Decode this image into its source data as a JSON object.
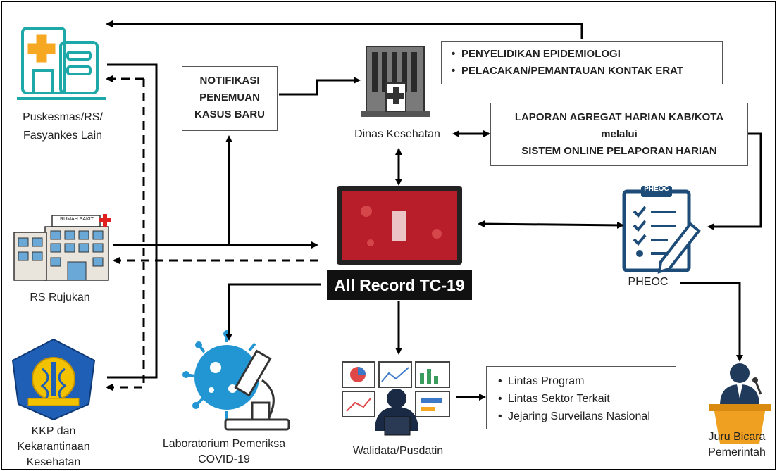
{
  "nodes": {
    "puskesmas": {
      "line1": "Puskesmas/RS/",
      "line2": "Fasyankes Lain"
    },
    "rs_rujukan": {
      "label": "RS Rujukan",
      "sign": "RUMAH SAKIT"
    },
    "kkp": {
      "line1": "KKP dan",
      "line2": "Kekarantinaan",
      "line3": "Kesehatan"
    },
    "laboratorium": {
      "line1": "Laboratorium Pemeriksa",
      "line2": "COVID-19"
    },
    "walidata": {
      "label": "Walidata/Pusdatin"
    },
    "dinas": {
      "label": "Dinas Kesehatan"
    },
    "pheoc": {
      "label": "PHEOC",
      "sign": "PHEOC"
    },
    "juru_bicara": {
      "line1": "Juru Bicara",
      "line2": "Pemerintah"
    },
    "all_record": {
      "label": "All Record TC-19"
    }
  },
  "boxes": {
    "notifikasi": {
      "line1": "NOTIFIKASI",
      "line2": "PENEMUAN",
      "line3": "KASUS BARU"
    },
    "epidemiologi": {
      "items": [
        "PENYELIDIKAN EPIDEMIOLOGI",
        "PELACAKAN/PEMANTAUAN KONTAK ERAT"
      ]
    },
    "laporan": {
      "line1": "LAPORAN AGREGAT HARIAN KAB/KOTA",
      "line2": "melalui",
      "line3": "SISTEM ONLINE PELAPORAN HARIAN"
    },
    "lintas": {
      "items": [
        "Lintas Program",
        "Lintas Sektor Terkait",
        "Jejaring Surveilans Nasional"
      ]
    }
  },
  "colors": {
    "teal": "#1fa8a8",
    "orange": "#f7a823",
    "laptop_screen": "#b81e2a",
    "record_label_bg": "#111111",
    "kkp_blue": "#1f5fb5",
    "kkp_gold": "#f2c200",
    "virus": "#2196d3",
    "pheoc_blue": "#1e4c78",
    "speaker_suit": "#1f3a5a",
    "podium": "#f0a020"
  }
}
